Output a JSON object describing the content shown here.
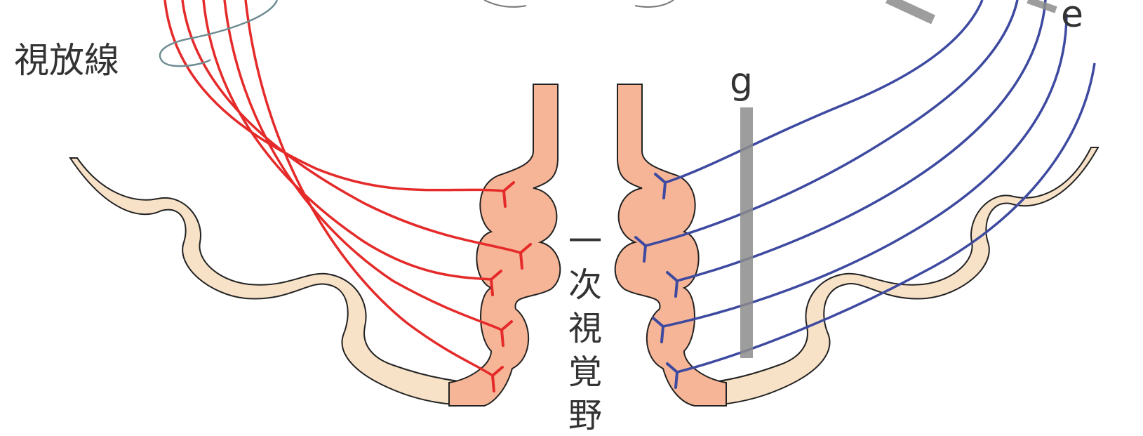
{
  "labels": {
    "optic_radiation": "視放線",
    "primary_visual_cortex": [
      "一",
      "次",
      "視",
      "覚",
      "野"
    ],
    "marker_g": "g",
    "marker_e": "e"
  },
  "colors": {
    "left_fibers": "#e52a2a",
    "right_fibers": "#3d4aa0",
    "cortex_light": "#f7e2c8",
    "cortex_v1": "#f6b596",
    "outline": "#222222",
    "lesion_bar": "#8c8c8c",
    "bundle_loop": "#6f8c93"
  },
  "icons": {
    "fiber_terminal": "y-shaped-synapse"
  }
}
